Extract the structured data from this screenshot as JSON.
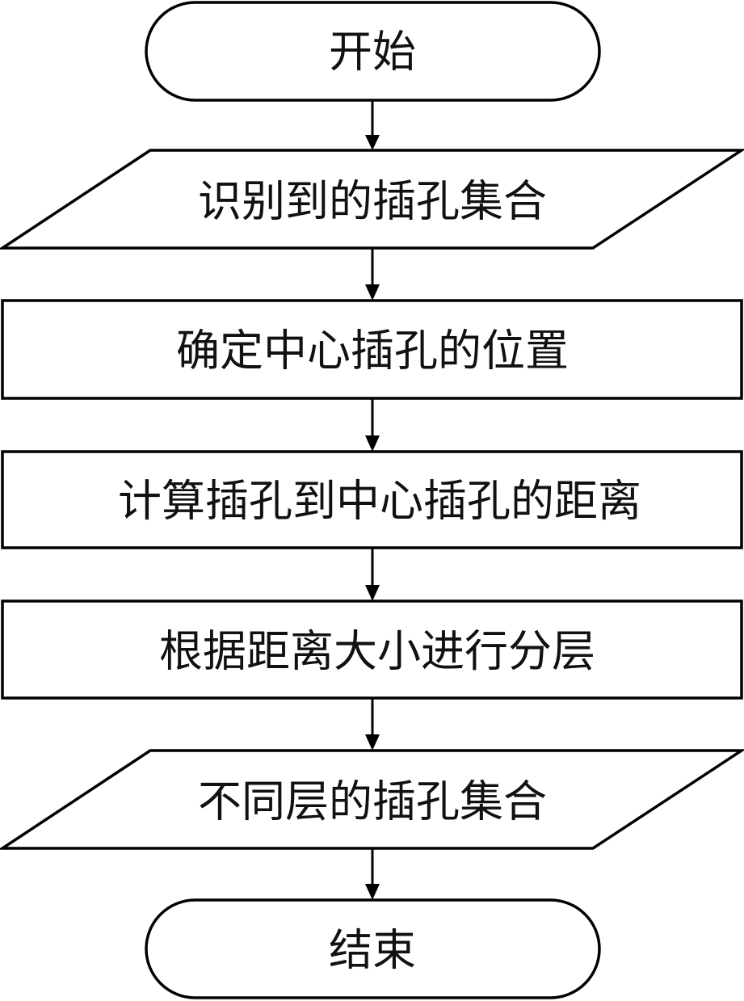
{
  "diagram": {
    "nodes": [
      {
        "id": "start",
        "shape": "terminal",
        "label": "开始"
      },
      {
        "id": "input",
        "shape": "data",
        "label": "识别到的插孔集合"
      },
      {
        "id": "step1",
        "shape": "process",
        "label": "确定中心插孔的位置"
      },
      {
        "id": "step2",
        "shape": "process",
        "label": "计算插孔到中心插孔的距离"
      },
      {
        "id": "step3",
        "shape": "process",
        "label": "根据距离大小进行分层"
      },
      {
        "id": "output",
        "shape": "data",
        "label": "不同层的插孔集合"
      },
      {
        "id": "end",
        "shape": "terminal",
        "label": "结束"
      }
    ],
    "edges": [
      {
        "from": "start",
        "to": "input"
      },
      {
        "from": "input",
        "to": "step1"
      },
      {
        "from": "step1",
        "to": "step2"
      },
      {
        "from": "step2",
        "to": "step3"
      },
      {
        "from": "step3",
        "to": "output"
      },
      {
        "from": "output",
        "to": "end"
      }
    ]
  }
}
